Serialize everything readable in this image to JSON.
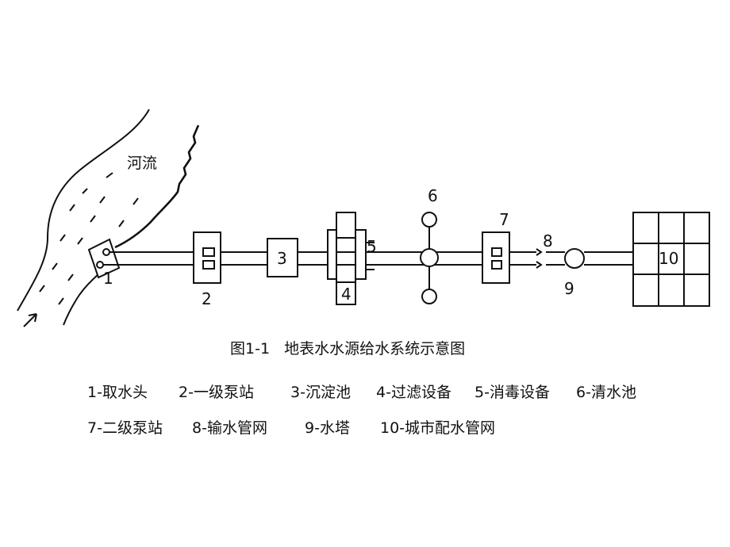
{
  "river_label": "河流",
  "labels": {
    "n1": "1",
    "n2": "2",
    "n3": "3",
    "n4": "4",
    "n5": "5",
    "n6": "6",
    "n7": "7",
    "n8": "8",
    "n9": "9",
    "n10": "10"
  },
  "caption": "图1-1   地表水水源给水系统示意图",
  "legend": {
    "row1": [
      "1-取水头",
      "2-一级泵站",
      "3-沉淀池",
      "4-过滤设备",
      "5-消毒设备",
      "6-清水池"
    ],
    "row2": [
      "7-二级泵站",
      "8-输水管网",
      "9-水塔",
      "10-城市配水管网"
    ]
  }
}
